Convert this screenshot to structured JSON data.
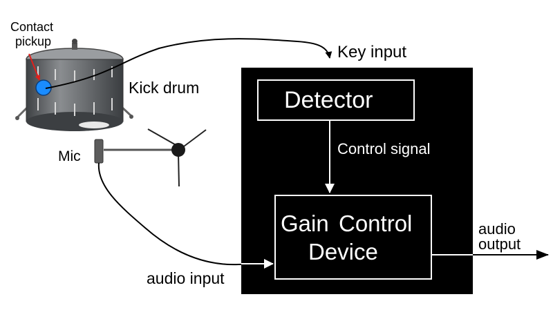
{
  "labels": {
    "contact_pickup_line1": "Contact",
    "contact_pickup_line2": "pickup",
    "kick_drum": "Kick drum",
    "mic": "Mic",
    "key_input": "Key input",
    "detector": "Detector",
    "control_signal": "Control signal",
    "gain_line1_a": "Gain",
    "gain_line1_b": "Control",
    "gain_line2": "Device",
    "audio_input": "audio input",
    "audio_output_line1": "audio",
    "audio_output_line2": "output"
  },
  "colors": {
    "device_fill": "#000000",
    "box_stroke": "#ffffff",
    "pickup": "#1a8cff",
    "pickup_arrow": "#e0201c",
    "drum_shell": "#7a7d80",
    "wire": "#000000"
  },
  "icons": {
    "drum": "kick-drum-illustration",
    "mic": "microphone-on-stand-illustration"
  }
}
